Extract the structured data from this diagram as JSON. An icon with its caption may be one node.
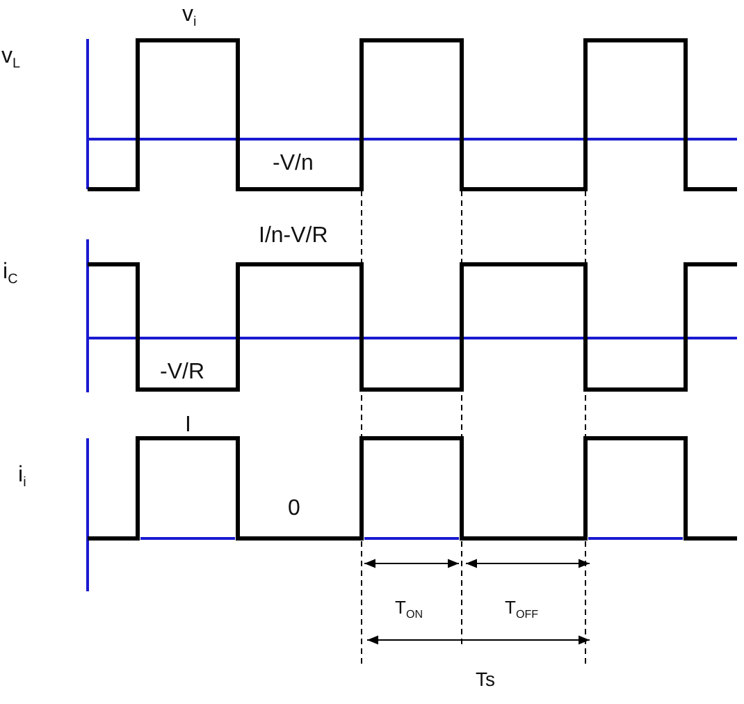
{
  "diagram": {
    "labels": [
      "v$_{i}$",
      "v$_{L}$",
      "-V/n",
      "I/n-V/R",
      "i$_{C}$",
      "-V/R",
      "I",
      "i$_{i}$",
      "0",
      "T$_{ON}$",
      "T$_{OFF}$",
      "Ts"
    ]
  }
}
